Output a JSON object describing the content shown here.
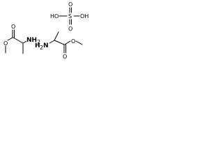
{
  "diagram": {
    "type": "chemical-structure",
    "sulfuric_acid": {
      "labels": {
        "oh_left": "HO",
        "s": "S",
        "oh_right": "OH",
        "o_top": "O",
        "o_bottom": "O"
      }
    },
    "ester_left": {
      "labels": {
        "carbonyl_o": "O",
        "ether_o": "O",
        "amine": "NH",
        "amine_h_subscript": "2"
      }
    },
    "ester_right": {
      "labels": {
        "carbonyl_o": "O",
        "ether_o": "O",
        "amine": "H",
        "amine_h_subscript": "2",
        "amine_n": "N"
      }
    },
    "colors": {
      "bond": "#000000",
      "background": "#ffffff"
    }
  }
}
